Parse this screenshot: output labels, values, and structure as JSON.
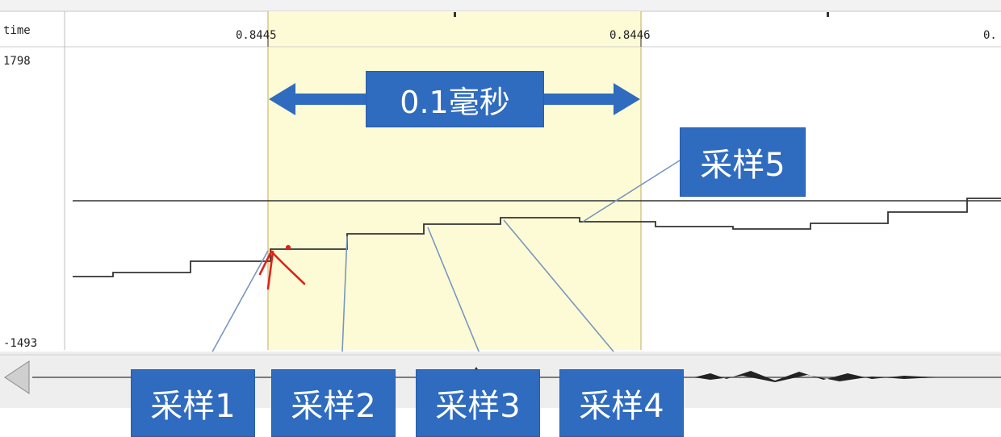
{
  "axis": {
    "time_label": "time",
    "ticks": [
      "0.8445",
      "0.8446",
      "0."
    ],
    "y_max": "1798",
    "y_min": "-1493"
  },
  "annotation": {
    "duration": "0.1毫秒"
  },
  "samples": [
    "采样1",
    "采样2",
    "采样3",
    "采样4",
    "采样5"
  ],
  "colors": {
    "selection": "#fdfbd6",
    "label_bg": "#2f6bbf",
    "arrow": "#2f6bbf",
    "waveform": "#333333",
    "pen_mark": "#e0231b"
  }
}
